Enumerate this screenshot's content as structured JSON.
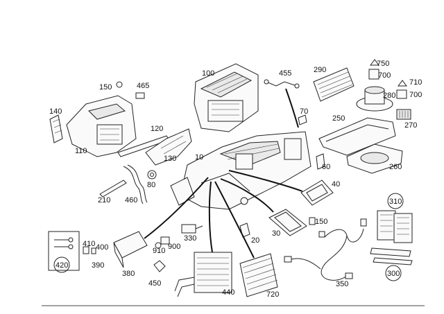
{
  "diagram": {
    "callouts": [
      "100",
      "455",
      "290",
      "750",
      "700",
      "710",
      "700",
      "280",
      "270",
      "150",
      "465",
      "140",
      "110",
      "120",
      "130",
      "70",
      "250",
      "10",
      "60",
      "260",
      "80",
      "210",
      "460",
      "40",
      "310",
      "410",
      "400",
      "420",
      "390",
      "380",
      "330",
      "900",
      "910",
      "20",
      "30",
      "150",
      "450",
      "440",
      "720",
      "350",
      "300"
    ],
    "circled_callouts": [
      "310",
      "420",
      "300"
    ]
  }
}
